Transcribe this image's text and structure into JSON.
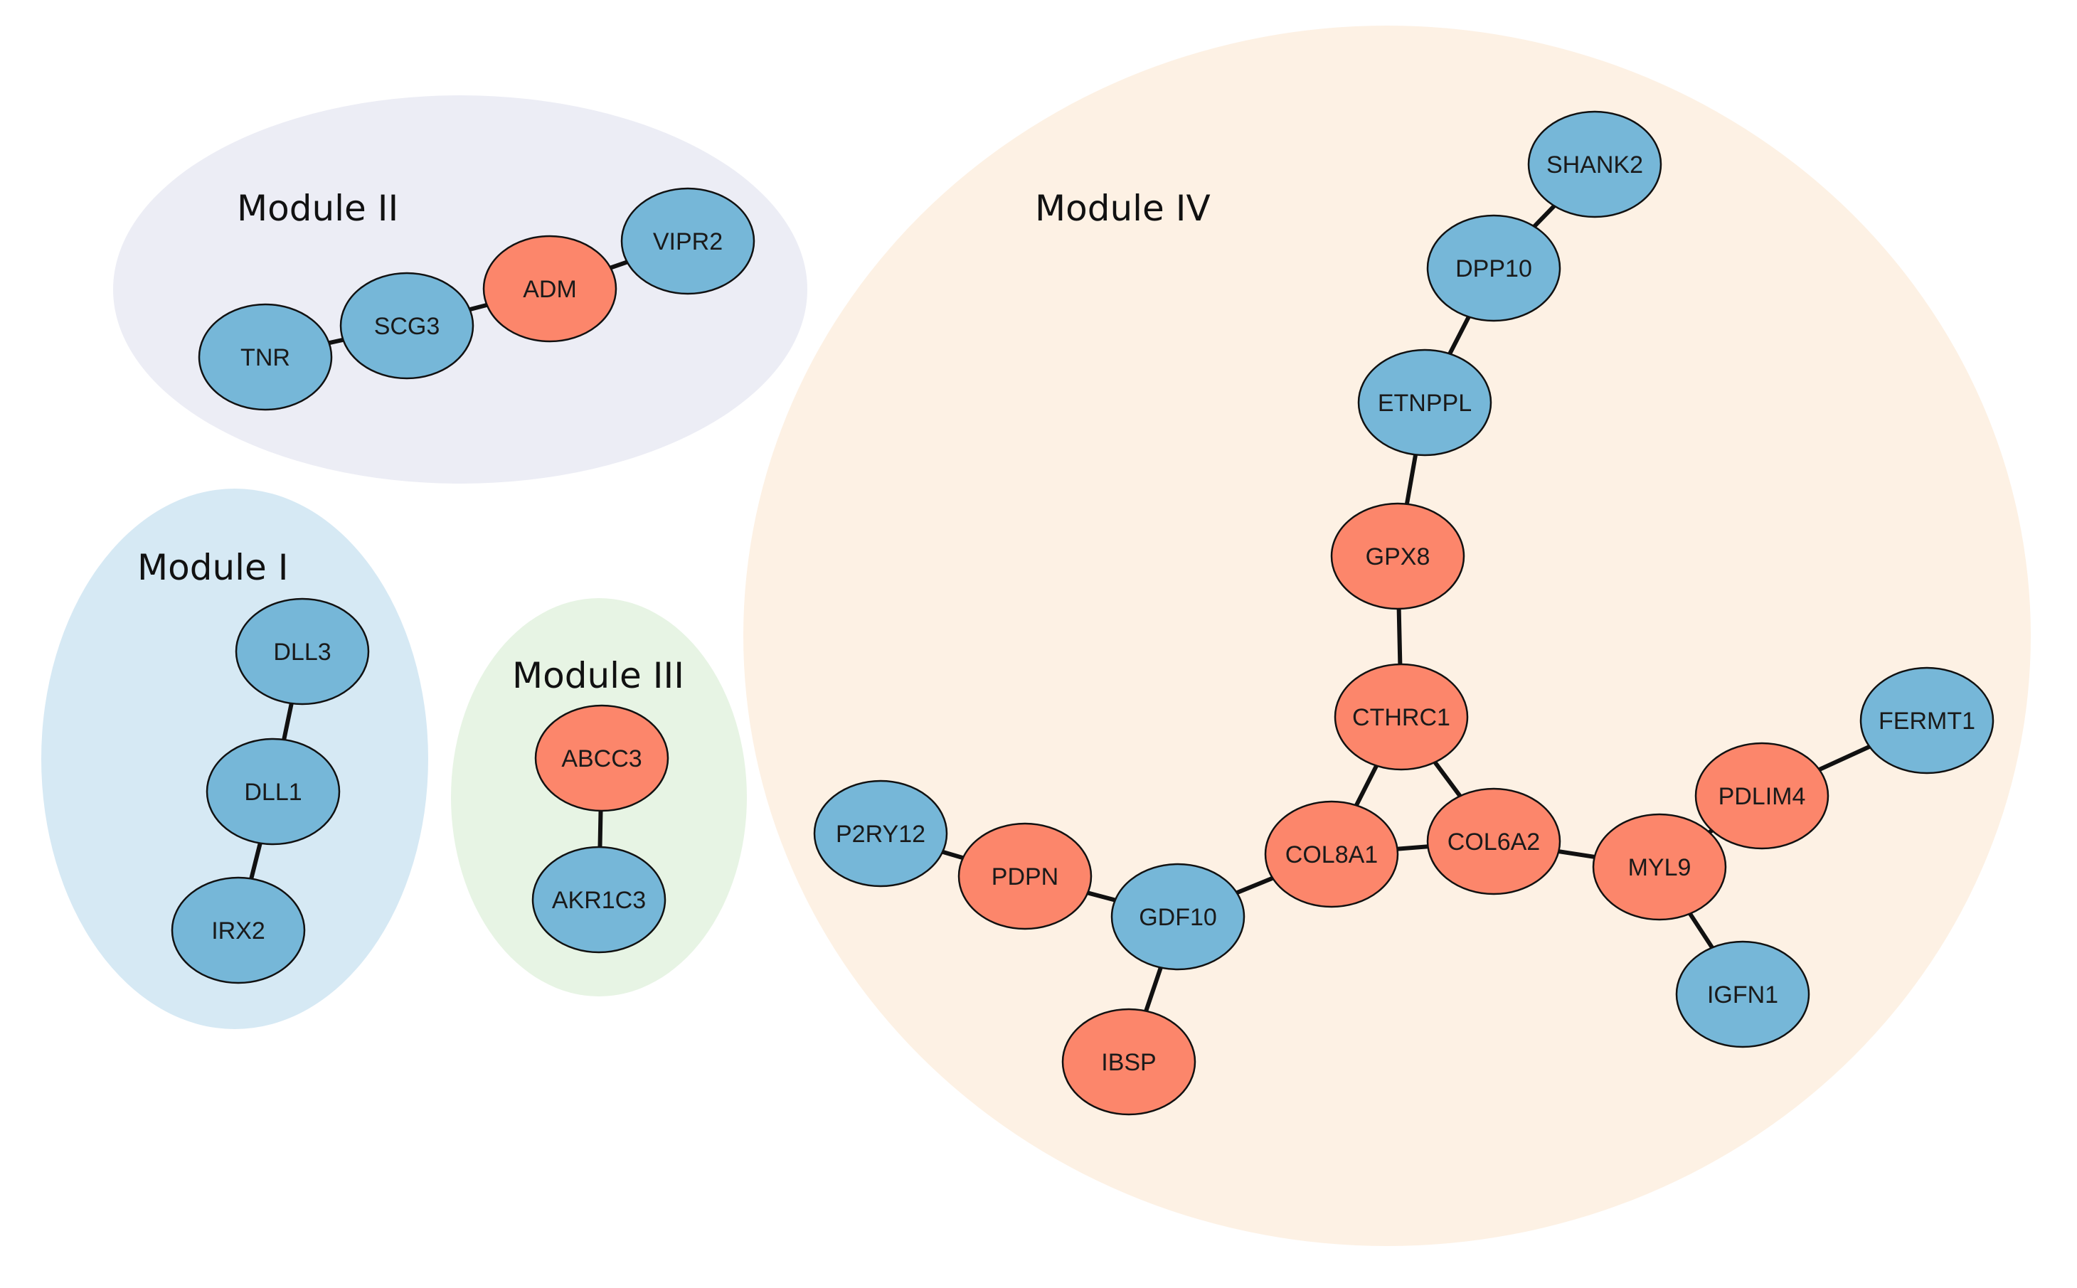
{
  "colors": {
    "up_node": "#fc866b",
    "down_node": "#76b7d8",
    "background": "#ffffff"
  },
  "modules": [
    {
      "id": "m2",
      "title": "Module II",
      "fill": "#ecedf5"
    },
    {
      "id": "m1",
      "title": "Module I",
      "fill": "#d6e9f4"
    },
    {
      "id": "m3",
      "title": "Module III",
      "fill": "#e7f4e4"
    },
    {
      "id": "m4",
      "title": "Module IV",
      "fill": "#fdf1e4"
    }
  ],
  "nodes": [
    {
      "id": "TNR",
      "label": "TNR",
      "status": "down",
      "module": "m2"
    },
    {
      "id": "SCG3",
      "label": "SCG3",
      "status": "down",
      "module": "m2"
    },
    {
      "id": "ADM",
      "label": "ADM",
      "status": "up",
      "module": "m2"
    },
    {
      "id": "VIPR2",
      "label": "VIPR2",
      "status": "down",
      "module": "m2"
    },
    {
      "id": "DLL3",
      "label": "DLL3",
      "status": "down",
      "module": "m1"
    },
    {
      "id": "DLL1",
      "label": "DLL1",
      "status": "down",
      "module": "m1"
    },
    {
      "id": "IRX2",
      "label": "IRX2",
      "status": "down",
      "module": "m1"
    },
    {
      "id": "ABCC3",
      "label": "ABCC3",
      "status": "up",
      "module": "m3"
    },
    {
      "id": "AKR1C3",
      "label": "AKR1C3",
      "status": "down",
      "module": "m3"
    },
    {
      "id": "SHANK2",
      "label": "SHANK2",
      "status": "down",
      "module": "m4"
    },
    {
      "id": "DPP10",
      "label": "DPP10",
      "status": "down",
      "module": "m4"
    },
    {
      "id": "ETNPPL",
      "label": "ETNPPL",
      "status": "down",
      "module": "m4"
    },
    {
      "id": "GPX8",
      "label": "GPX8",
      "status": "up",
      "module": "m4"
    },
    {
      "id": "CTHRC1",
      "label": "CTHRC1",
      "status": "up",
      "module": "m4"
    },
    {
      "id": "COL8A1",
      "label": "COL8A1",
      "status": "up",
      "module": "m4"
    },
    {
      "id": "COL6A2",
      "label": "COL6A2",
      "status": "up",
      "module": "m4"
    },
    {
      "id": "GDF10",
      "label": "GDF10",
      "status": "down",
      "module": "m4"
    },
    {
      "id": "PDPN",
      "label": "PDPN",
      "status": "up",
      "module": "m4"
    },
    {
      "id": "P2RY12",
      "label": "P2RY12",
      "status": "down",
      "module": "m4"
    },
    {
      "id": "IBSP",
      "label": "IBSP",
      "status": "up",
      "module": "m4"
    },
    {
      "id": "MYL9",
      "label": "MYL9",
      "status": "up",
      "module": "m4"
    },
    {
      "id": "PDLIM4",
      "label": "PDLIM4",
      "status": "up",
      "module": "m4"
    },
    {
      "id": "FERMT1",
      "label": "FERMT1",
      "status": "down",
      "module": "m4"
    },
    {
      "id": "IGFN1",
      "label": "IGFN1",
      "status": "down",
      "module": "m4"
    }
  ],
  "edges": [
    [
      "TNR",
      "SCG3"
    ],
    [
      "SCG3",
      "ADM"
    ],
    [
      "ADM",
      "VIPR2"
    ],
    [
      "DLL3",
      "DLL1"
    ],
    [
      "DLL1",
      "IRX2"
    ],
    [
      "ABCC3",
      "AKR1C3"
    ],
    [
      "SHANK2",
      "DPP10"
    ],
    [
      "DPP10",
      "ETNPPL"
    ],
    [
      "ETNPPL",
      "GPX8"
    ],
    [
      "GPX8",
      "CTHRC1"
    ],
    [
      "CTHRC1",
      "COL8A1"
    ],
    [
      "CTHRC1",
      "COL6A2"
    ],
    [
      "COL8A1",
      "COL6A2"
    ],
    [
      "COL8A1",
      "GDF10"
    ],
    [
      "GDF10",
      "PDPN"
    ],
    [
      "PDPN",
      "P2RY12"
    ],
    [
      "GDF10",
      "IBSP"
    ],
    [
      "COL6A2",
      "MYL9"
    ],
    [
      "MYL9",
      "PDLIM4"
    ],
    [
      "PDLIM4",
      "FERMT1"
    ],
    [
      "MYL9",
      "IGFN1"
    ]
  ]
}
